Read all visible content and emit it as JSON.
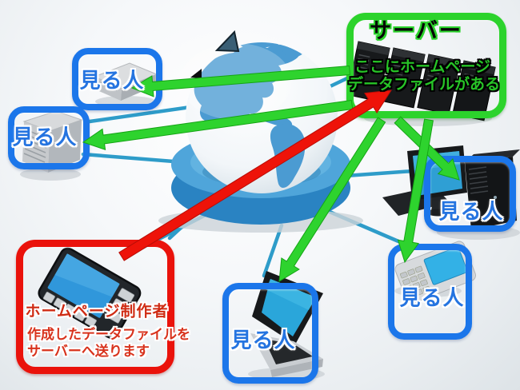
{
  "diagram": {
    "title_hint": "homepage-network-diagram",
    "server": {
      "title": "サーバー",
      "desc_line1": "ここにホームページ",
      "desc_line2": "データファイルがある",
      "icon": "server-stack-icon"
    },
    "viewers": [
      {
        "id": "top-left",
        "label": "見る人",
        "icon": "set-top-box-icon"
      },
      {
        "id": "left",
        "label": "見る人",
        "icon": "pc-tower-icon"
      },
      {
        "id": "right",
        "label": "見る人",
        "icon": "desktop-computer-icon"
      },
      {
        "id": "bottom-right",
        "label": "見る人",
        "icon": "feature-phone-icon"
      },
      {
        "id": "bottom-center",
        "label": "見る人",
        "icon": "laptop-icon"
      }
    ],
    "creator": {
      "title": "ホームページ制作者",
      "desc_line1": "作成したデータファイルを",
      "desc_line2": "サーバーへ送ります",
      "icon": "tablet-icon"
    },
    "center_icon": "globe-icon",
    "colors": {
      "viewer_border": "#1b76ea",
      "server_border": "#2cd32c",
      "creator_border": "#ea120b",
      "arrow_download_green": "#2ed32e",
      "arrow_upload_red": "#ee1309",
      "network_line_teal": "#2e9cc9",
      "viewer_label_text": "#2574e0",
      "server_desc_text": "#27c427",
      "creator_text": "#cf2b13"
    }
  }
}
